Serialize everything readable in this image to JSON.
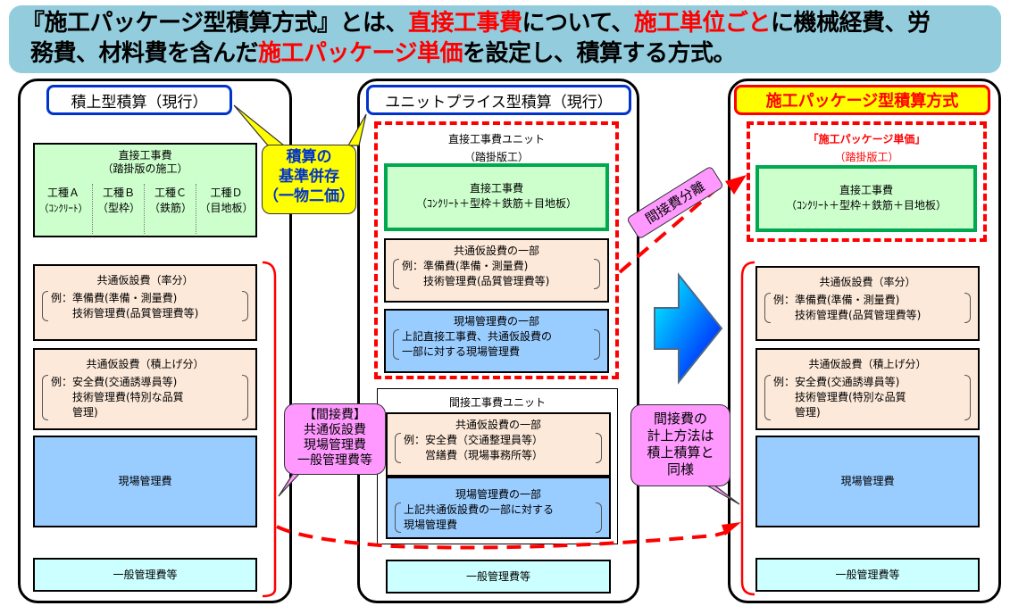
{
  "header": {
    "line1": [
      {
        "text": "『施工パッケージ型積算方式』とは、",
        "highlight": false
      },
      {
        "text": "直接工事費",
        "highlight": true
      },
      {
        "text": "について、",
        "highlight": false
      },
      {
        "text": "施工単位ごと",
        "highlight": true
      },
      {
        "text": "に機械経費、労",
        "highlight": false
      }
    ],
    "line2": [
      {
        "text": "務費、材料費を含んだ",
        "highlight": false
      },
      {
        "text": "施工パッケージ単価",
        "highlight": true
      },
      {
        "text": "を設定し、積算する方式。",
        "highlight": false
      }
    ],
    "highlight_color": "#ff0000",
    "background_color": "#93cddd"
  },
  "left": {
    "title": "積上型積算（現行）",
    "direct": {
      "title": "直接工事費",
      "subtitle": "（踏掛版の施工）",
      "work_types": [
        {
          "name": "工種Ａ",
          "detail": "（ｺﾝｸﾘｰﾄ）"
        },
        {
          "name": "工種Ｂ",
          "detail": "（型枠）"
        },
        {
          "name": "工種Ｃ",
          "detail": "（鉄筋）"
        },
        {
          "name": "工種Ｄ",
          "detail": "（目地板）"
        }
      ]
    },
    "common_rate": {
      "title": "共通仮設費（率分）",
      "lines": [
        "例：準備費(準備・測量費)",
        "　　技術管理費(品質管理費等)"
      ]
    },
    "common_stack": {
      "title": "共通仮設費（積上げ分）",
      "lines": [
        "例：安全費(交通誘導員等)",
        "　　技術管理費(特別な品質",
        "　　管理)"
      ]
    },
    "site_mgmt": "現場管理費",
    "general_mgmt": "一般管理費等"
  },
  "middle": {
    "title": "ユニットプライス型積算（現行）",
    "direct_unit": {
      "title": "直接工事費ユニット",
      "subtitle": "（踏掛版工）",
      "direct_title": "直接工事費",
      "direct_detail": "（ｺﾝｸﾘｰﾄ＋型枠＋鉄筋＋目地板）",
      "common_part": {
        "title": "共通仮設費の一部",
        "lines": [
          "例：準備費(準備・測量費)",
          "　　技術管理費(品質管理費等)"
        ]
      },
      "site_part": {
        "title": "現場管理費の一部",
        "lines": [
          "上記直接工事費、共通仮設費の",
          "一部に対する現場管理費"
        ]
      }
    },
    "indirect_unit": {
      "title": "間接工事費ユニット",
      "common_part": {
        "title": "共通仮設費の一部",
        "lines": [
          "例：安全費（交通整理員等）",
          "　　営繕費（現場事務所等）"
        ]
      },
      "site_part": {
        "title": "現場管理費の一部",
        "lines": [
          "上記共通仮設費の一部に対する",
          "現場管理費"
        ]
      }
    },
    "general_mgmt": "一般管理費等"
  },
  "right": {
    "title": "施工パッケージ型積算方式",
    "package": {
      "title": "「施工パッケージ単価」",
      "subtitle": "（踏掛版工）",
      "direct_title": "直接工事費",
      "direct_detail": "（ｺﾝｸﾘｰﾄ＋型枠＋鉄筋＋目地板）"
    },
    "common_rate": {
      "title": "共通仮設費（率分）",
      "lines": [
        "例：準備費(準備・測量費)",
        "　　技術管理費(品質管理費等)"
      ]
    },
    "common_stack": {
      "title": "共通仮設費（積上げ分）",
      "lines": [
        "例：安全費(交通誘導員等)",
        "　　技術管理費(特別な品質",
        "　　管理)"
      ]
    },
    "site_mgmt": "現場管理費",
    "general_mgmt": "一般管理費等"
  },
  "callouts": {
    "coexist": [
      "積算の",
      "基準併存",
      "（一物二価）"
    ],
    "indirect": [
      "【間接費】",
      "共通仮設費",
      "現場管理費",
      "一般管理費等"
    ],
    "separation": "間接費分離",
    "same_method": [
      "間接費の",
      "計上方法は",
      "積上積算と",
      "同様"
    ]
  },
  "icons": {
    "big_arrow": "right-arrow-icon"
  }
}
